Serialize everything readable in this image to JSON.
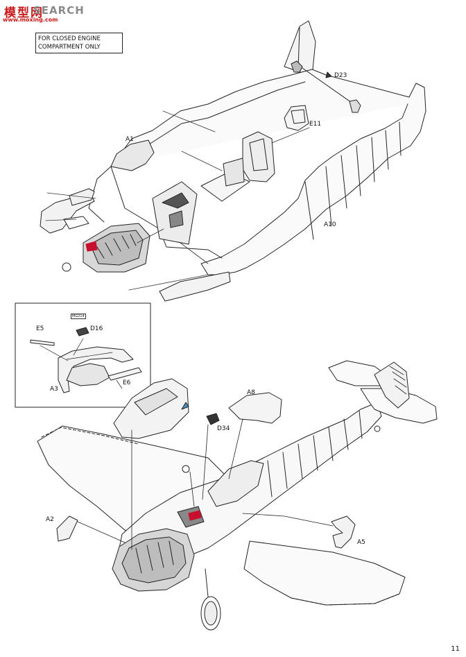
{
  "watermark": {
    "chars": "模型网",
    "url": "www.moxing.com",
    "search": "SEARCH"
  },
  "note": {
    "line1": "FOR CLOSED ENGINE",
    "line2": "COMPARTMENT ONLY"
  },
  "labels": {
    "d23": "D23",
    "e11": "E11",
    "a1": "A1",
    "a10": "A10",
    "e5": "E5",
    "d16": "D16",
    "mg214": "MG214",
    "a3": "A3",
    "e6": "E6",
    "a8": "A8",
    "d34": "D34",
    "a2": "A2",
    "a5": "A5"
  },
  "page_number": "11"
}
